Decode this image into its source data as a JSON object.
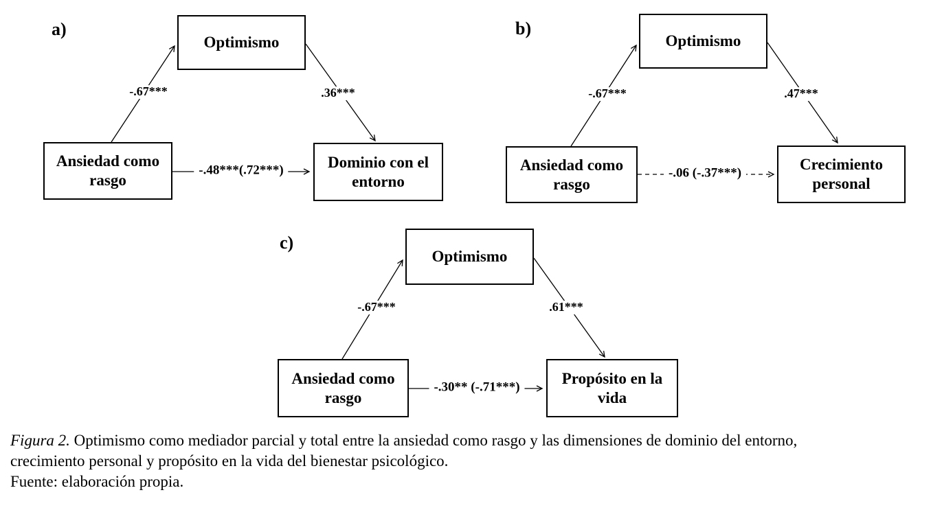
{
  "panels": [
    {
      "id": "a",
      "label": "a)",
      "mediator": "Optimismo",
      "predictor": "Ansiedad como rasgo",
      "outcome": "Dominio con el entorno",
      "path_a": "-.67***",
      "path_b": ".36***",
      "direct": "-.48***(.72***)",
      "direct_style": "solid"
    },
    {
      "id": "b",
      "label": "b)",
      "mediator": "Optimismo",
      "predictor": "Ansiedad como rasgo",
      "outcome": "Crecimiento personal",
      "path_a": "-.67***",
      "path_b": ".47***",
      "direct": "-.06 (-.37***)",
      "direct_style": "dashed"
    },
    {
      "id": "c",
      "label": "c)",
      "mediator": "Optimismo",
      "predictor": "Ansiedad como rasgo",
      "outcome": "Propósito en la vida",
      "path_a": "-.67***",
      "path_b": ".61***",
      "direct": "-.30** (-.71***)",
      "direct_style": "solid"
    }
  ],
  "caption": {
    "label": "Figura 2.",
    "line1": " Optimismo como mediador parcial y total entre la ansiedad como rasgo y las dimensiones de dominio del entorno,",
    "line2": "crecimiento personal y propósito en la vida del bienestar psicológico.",
    "source": "Fuente: elaboración propia."
  },
  "colors": {
    "ink": "#000000",
    "background": "#ffffff"
  }
}
